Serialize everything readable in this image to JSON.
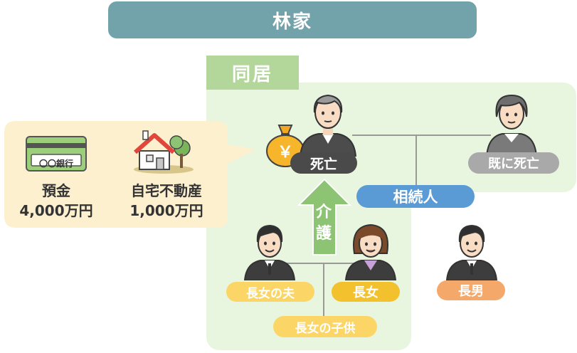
{
  "family_title": "林家",
  "household_label": "同居",
  "assets": [
    {
      "name": "預金",
      "amount": "4,000万円",
      "card_text": "〇〇銀行"
    },
    {
      "name": "自宅不動産",
      "amount": "1,000万円"
    }
  ],
  "money_bag_symbol": "￥",
  "father": {
    "status": "死亡"
  },
  "mother": {
    "status": "既に死亡"
  },
  "heirs_label": "相続人",
  "care_label": "介護",
  "people": {
    "husband": "長女の夫",
    "eldest_daughter": "長女",
    "eldest_son": "長男",
    "grandchild": "長女の子供"
  },
  "colors": {
    "title_bg": "#72a2aa",
    "household_zone": "#e9f6df",
    "household_tab": "#b3d79a",
    "bubble": "#fdf0cf",
    "deceased_badge": "#4a4a4a",
    "mother_badge": "#a9a9a9",
    "heirs_badge": "#5b9bd5",
    "care_arrow": "#8cc474",
    "husband_badge": "#fbd666",
    "daughter_badge": "#f3c12d",
    "son_badge": "#f4a86a",
    "grandchild_badge": "#fbd666"
  }
}
